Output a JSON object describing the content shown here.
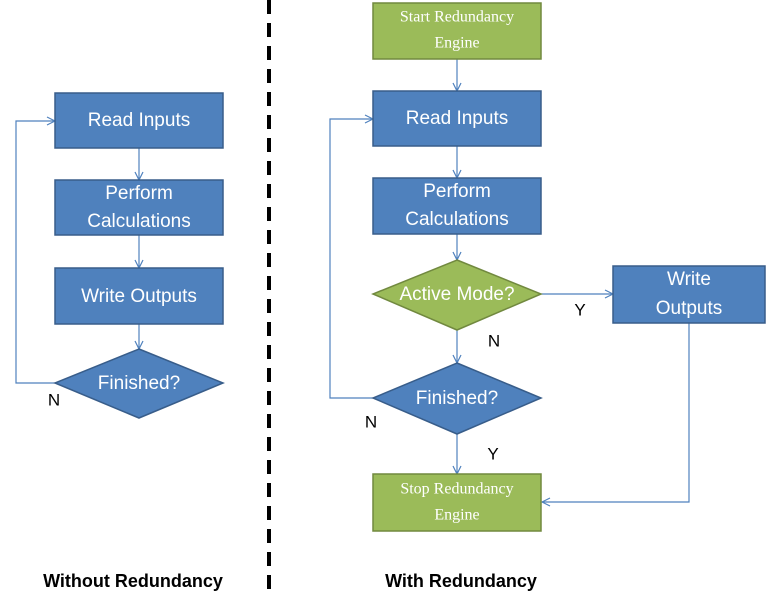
{
  "left": {
    "read_inputs": "Read Inputs",
    "perform_calc_line1": "Perform",
    "perform_calc_line2": "Calculations",
    "write_outputs": "Write Outputs",
    "finished": "Finished?",
    "no_label": "N",
    "caption": "Without Redundancy"
  },
  "right": {
    "start_line1": "Start Redundancy",
    "start_line2": "Engine",
    "read_inputs": "Read Inputs",
    "perform_calc_line1": "Perform",
    "perform_calc_line2": "Calculations",
    "active_mode": "Active Mode?",
    "yes_active": "Y",
    "no_active": "N",
    "write_outputs_line1": "Write",
    "write_outputs_line2": "Outputs",
    "finished": "Finished?",
    "no_finished": "N",
    "yes_finished": "Y",
    "stop_line1": "Stop Redundancy",
    "stop_line2": "Engine",
    "caption": "With Redundancy"
  },
  "colors": {
    "process_fill": "#4f81bd",
    "engine_fill": "#9bbb59",
    "connector": "#4f81bd",
    "divider": "#000000"
  }
}
